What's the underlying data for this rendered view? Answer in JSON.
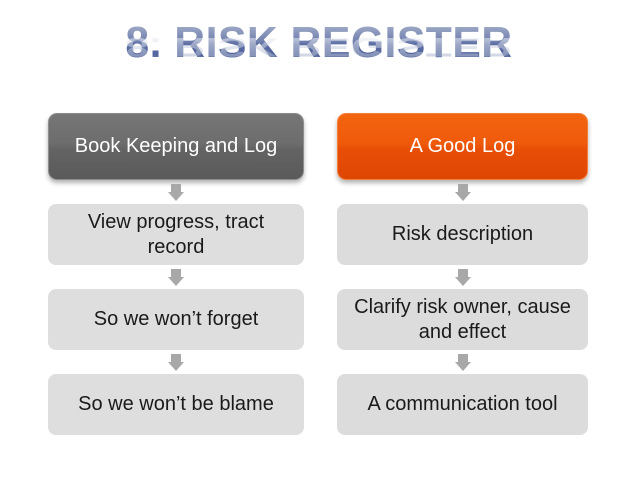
{
  "slide": {
    "title": "8. RISK REGISTER",
    "background_color": "#ffffff",
    "title_color": "#5c6ea4"
  },
  "columns": [
    {
      "name": "book-keeping-and-log",
      "header": {
        "label": "Book Keeping  and Log",
        "fill_color": "#6d6d6d",
        "text_color": "#ffffff"
      },
      "items": [
        {
          "label": "View progress, tract record",
          "fill_color": "#dedede",
          "text_color": "#1a1a1a"
        },
        {
          "label": "So we won’t forget",
          "fill_color": "#dedede",
          "text_color": "#1a1a1a"
        },
        {
          "label": "So we won’t be blame",
          "fill_color": "#dedede",
          "text_color": "#1a1a1a"
        }
      ]
    },
    {
      "name": "a-good-log",
      "header": {
        "label": "A Good Log",
        "fill_color": "#ef5a0b",
        "text_color": "#ffffff"
      },
      "items": [
        {
          "label": "Risk description",
          "fill_color": "#dcdcdc",
          "text_color": "#1a1a1a"
        },
        {
          "label": "Clarify risk owner, cause and effect",
          "fill_color": "#dcdcdc",
          "text_color": "#1a1a1a"
        },
        {
          "label": "A communication tool",
          "fill_color": "#dcdcdc",
          "text_color": "#1a1a1a"
        }
      ]
    }
  ],
  "connector": {
    "icon": "arrow-down-icon",
    "color": "#a6a6a6"
  }
}
